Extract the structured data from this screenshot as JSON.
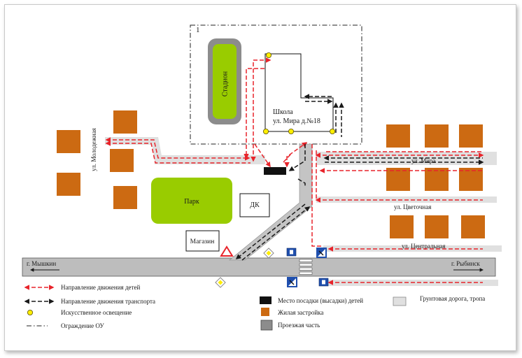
{
  "map": {
    "stadium": "Стадион",
    "school_line1": "Школа",
    "school_line2": "ул. Мира д.№18",
    "school_number": "1",
    "park": "Парк",
    "dk": "ДК",
    "shop": "Магазин",
    "streets": {
      "molodezhnaya": "ул. Молодежная",
      "mira": "ул. Мира",
      "tsvetochnaya": "ул. Цветочная",
      "tsentralnaya": "ул. Центральная"
    },
    "towns": {
      "left": "г. Мышкин",
      "right": "г. Рыбинск"
    }
  },
  "legend": {
    "children_direction": "Направление движения детей",
    "transport_direction": "Направление движения транспорта",
    "lighting": "Искусственное освещение",
    "fence": "Ограждение ОУ",
    "drop_off": "Место посадки (высадки) детей",
    "residential": "Жилая застройка",
    "roadway": "Проезжая часть",
    "dirt_road": "Грунтовая дорога, тропа"
  },
  "colors": {
    "residential": "#cc6a12",
    "green_area": "#99cc00",
    "road": "#bdbdbd",
    "path": "#e0e0e0",
    "children_arrow": "#e8242b",
    "transport_arrow": "#1a1a1a",
    "lamp": "#ffee00",
    "sign_blue": "#1f4fae"
  }
}
